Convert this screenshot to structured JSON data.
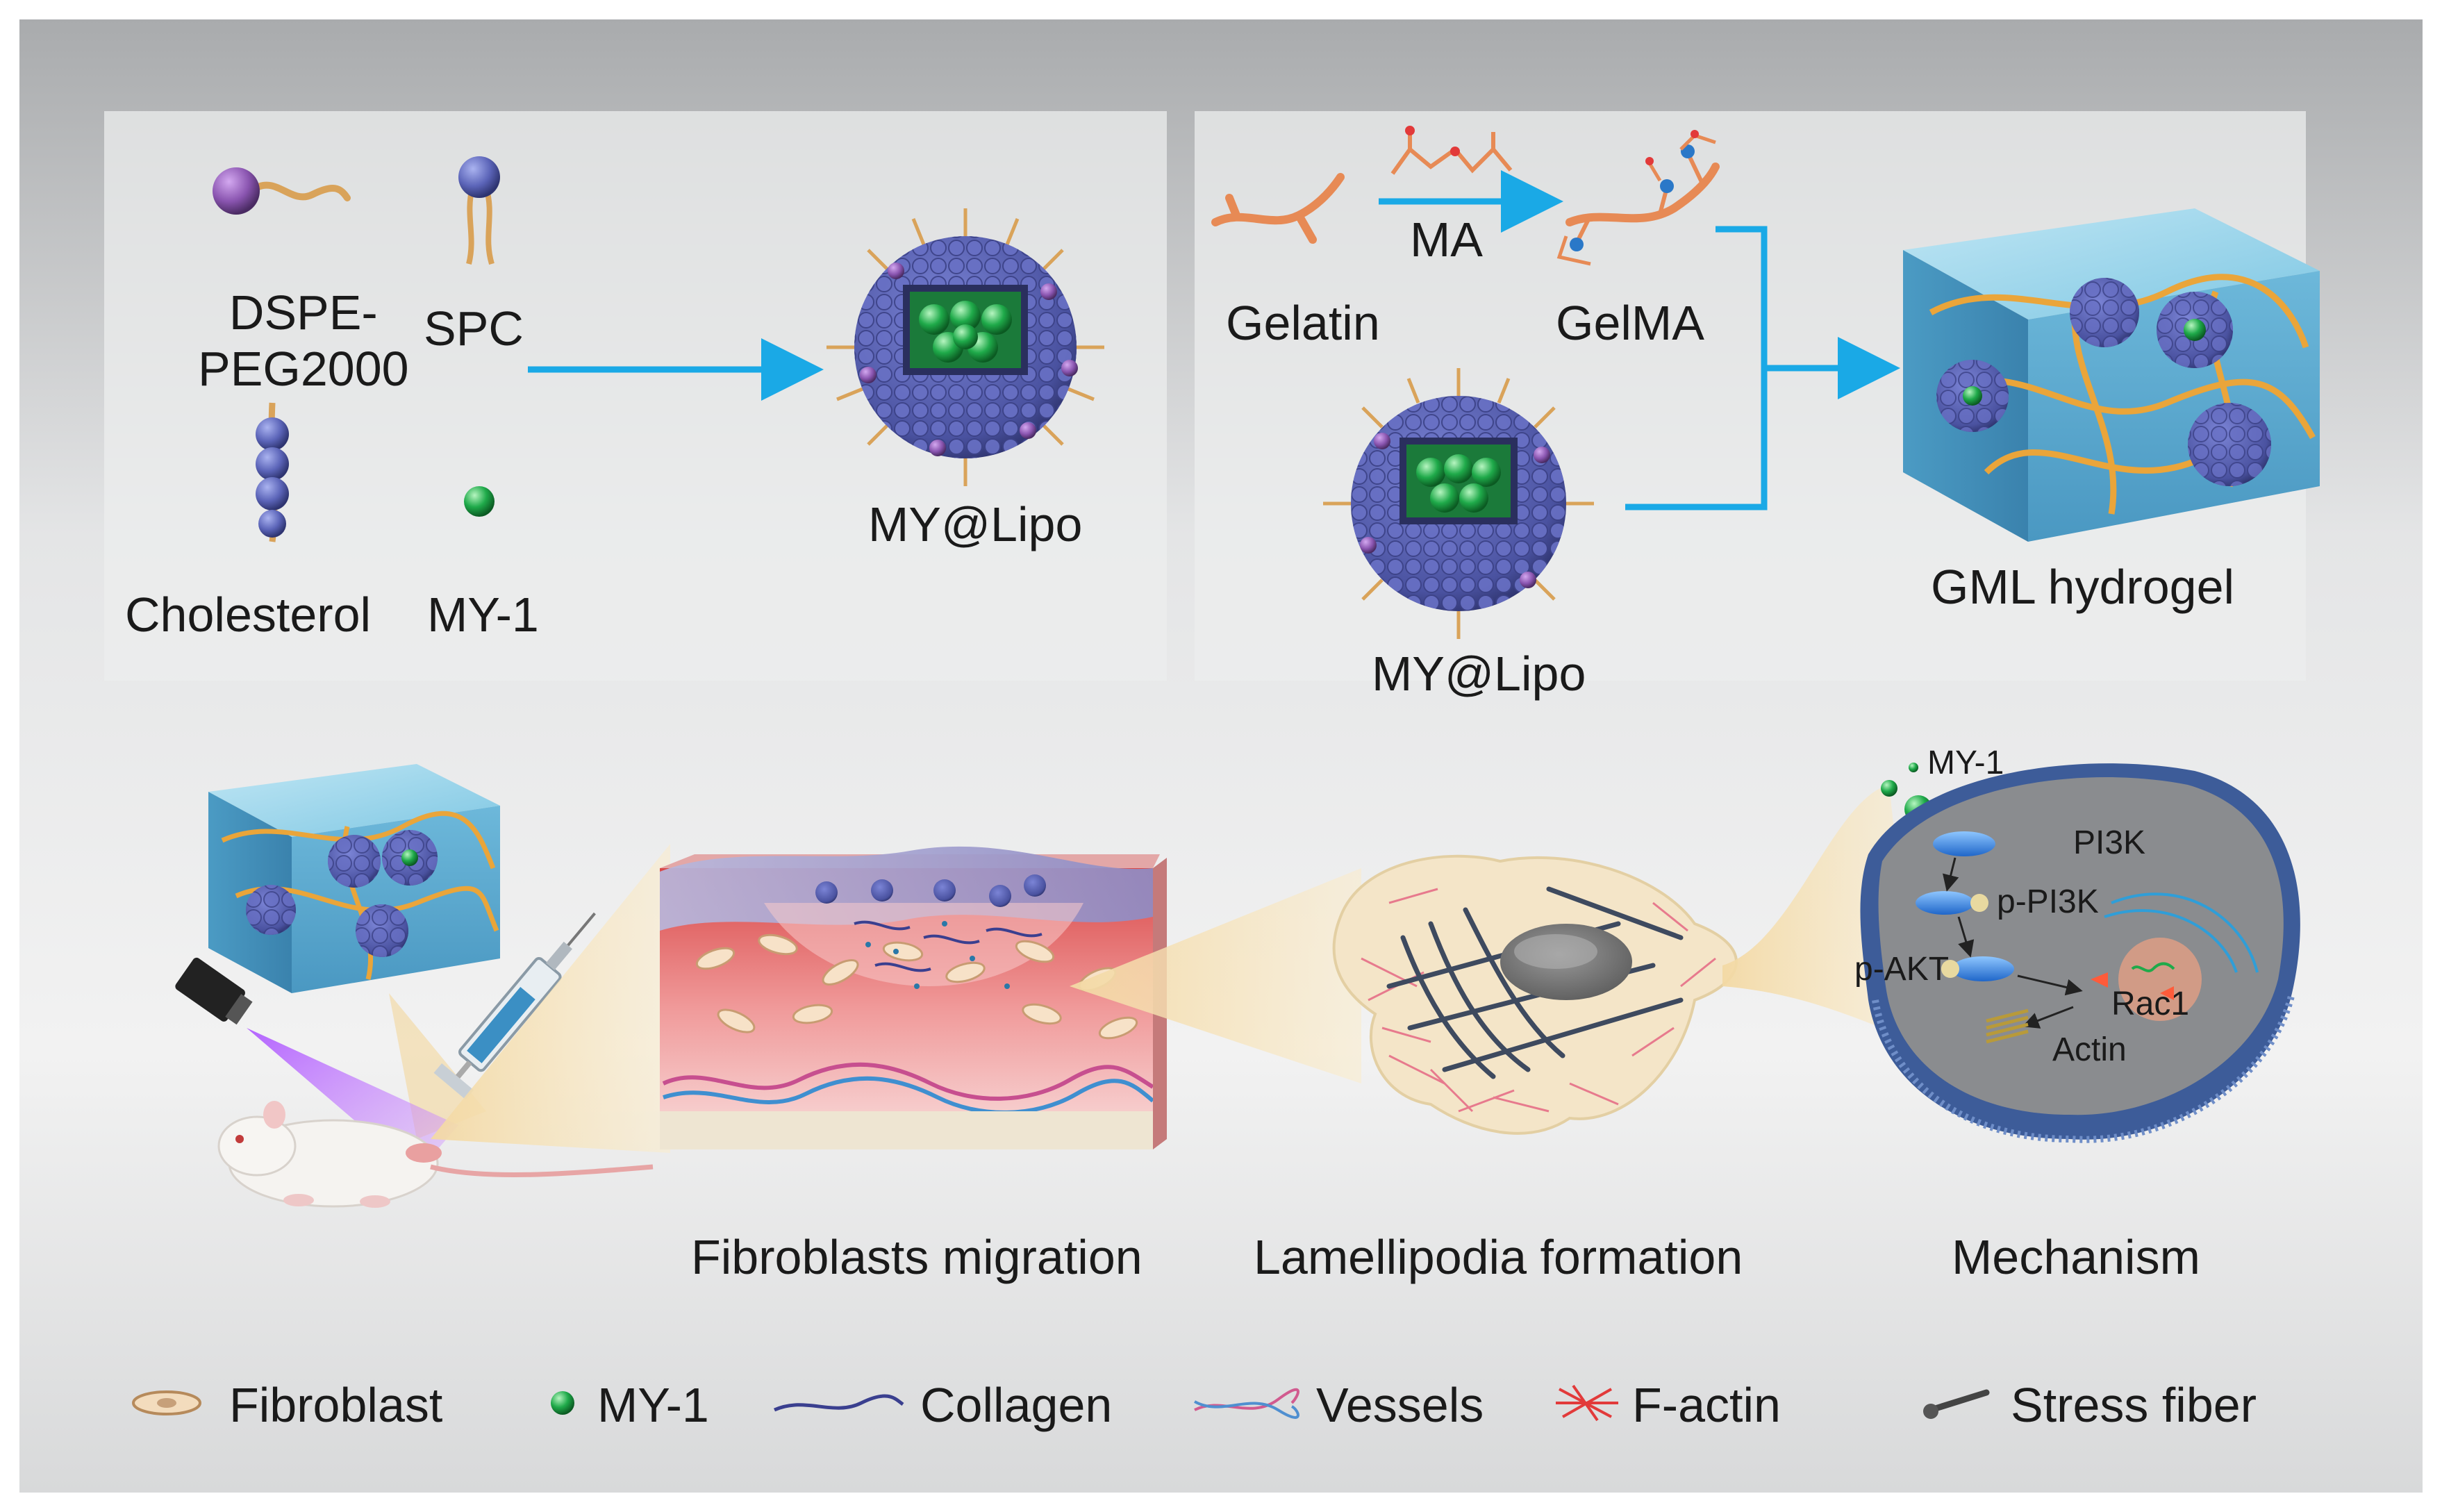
{
  "panel_top_left": {
    "components": {
      "dspe": "DSPE-\nPEG2000",
      "spc": "SPC",
      "cholesterol": "Cholesterol",
      "my1": "MY-1"
    },
    "product": "MY@Lipo"
  },
  "panel_top_right": {
    "gelatin": "Gelatin",
    "ma": "MA",
    "gelma": "GelMA",
    "liposome": "MY@Lipo",
    "product": "GML hydrogel"
  },
  "bottom": {
    "stage_labels": {
      "migration": "Fibroblasts migration",
      "lamellipodia": "Lamellipodia formation",
      "mechanism": "Mechanism"
    },
    "mechanism_labels": {
      "my1": "MY-1",
      "pi3k": "PI3K",
      "p_pi3k": "p-PI3K",
      "p_akt": "p-AKT",
      "rac1": "Rac1",
      "actin": "Actin"
    }
  },
  "legend": {
    "items": [
      {
        "label": "Fibroblast",
        "icon": "fibroblast-icon"
      },
      {
        "label": "MY-1",
        "icon": "my1-dot-icon"
      },
      {
        "label": "Collagen",
        "icon": "collagen-line-icon"
      },
      {
        "label": "Vessels",
        "icon": "vessels-line-icon"
      },
      {
        "label": "F-actin",
        "icon": "f-actin-icon"
      },
      {
        "label": "Stress fiber",
        "icon": "stress-fiber-icon"
      }
    ]
  },
  "colors": {
    "arrow": "#1aa9e6",
    "green": "#1faa4a",
    "lipid_blue": "#5b64b8",
    "lipid_purple": "#8a55b0",
    "tail": "#d9a35a",
    "gel_blue": "#7cc8e4",
    "skin_red": "#e35a5a"
  }
}
